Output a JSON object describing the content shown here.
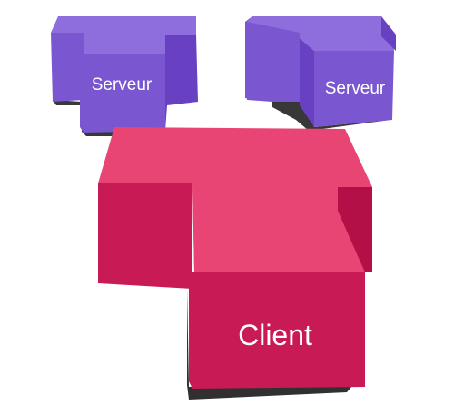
{
  "labels": {
    "server_left": "Serveur",
    "server_right": "Serveur",
    "client": "Client"
  },
  "colors": {
    "server_top": "#8e6ddc",
    "server_front": "#7a56d0",
    "server_side": "#6741c2",
    "server_shadow": "#222222",
    "client_top": "#e84574",
    "client_front": "#c81a55",
    "client_side": "#b31048",
    "client_shadow": "#1a1a1a",
    "label": "#ffffff"
  }
}
